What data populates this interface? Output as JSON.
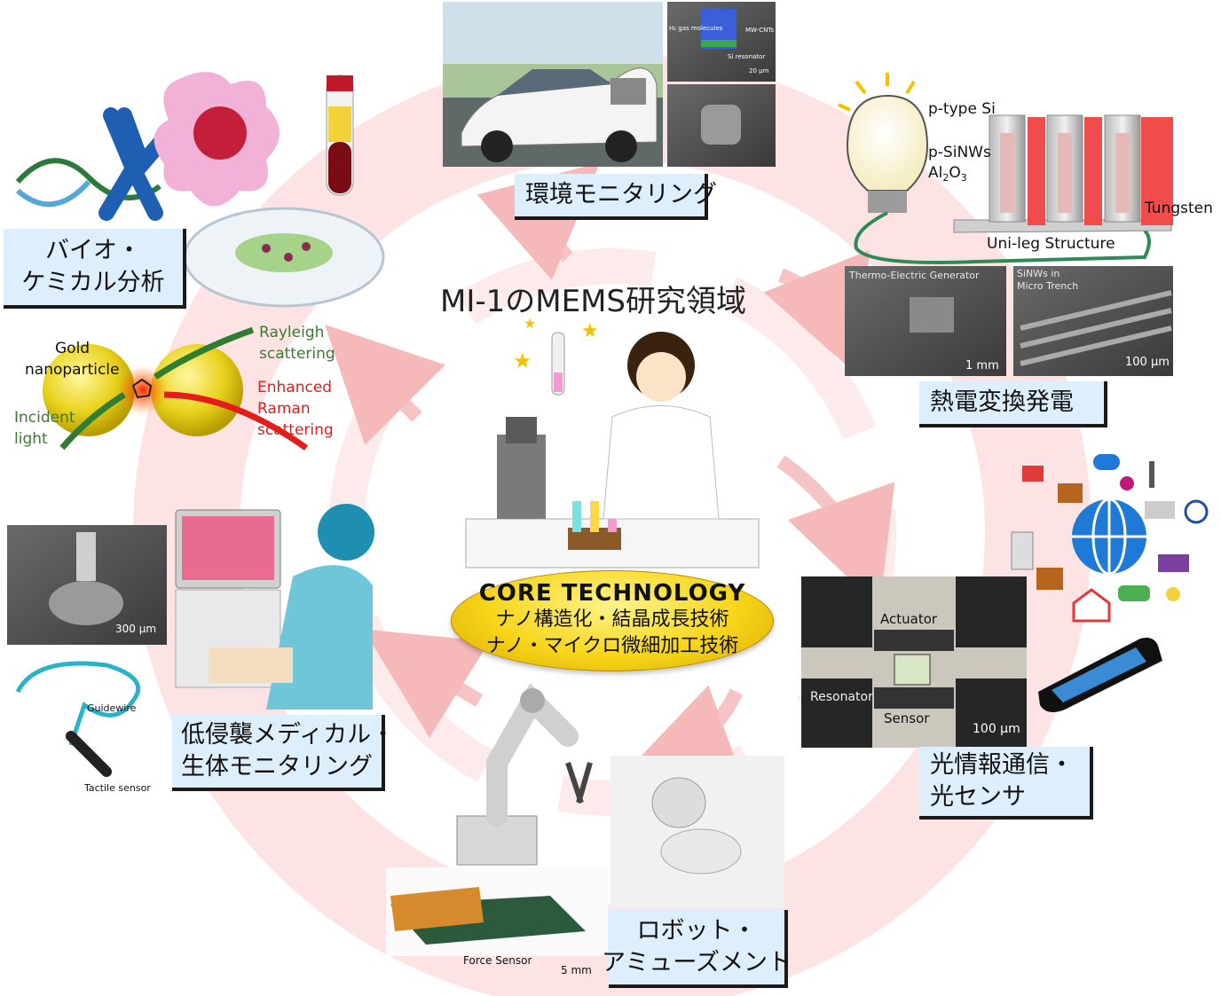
{
  "title": "MI-1のMEMS研究領域",
  "core": {
    "heading": "CORE TECHNOLOGY",
    "line1": "ナノ構造化・結晶成長技術",
    "line2": "ナノ・マイクロ微細加工技術"
  },
  "areas": {
    "env": "環境モニタリング",
    "bio_line1": "バイオ・",
    "bio_line2": "ケミカル分析",
    "thermo": "熱電変換発電",
    "optical_line1": "光情報通信・",
    "optical_line2": "光センサ",
    "robot_line1": "ロボット・",
    "robot_line2": "アミューズメント",
    "medical_line1": "低侵襲メディカル・",
    "medical_line2": "生体モニタリング"
  },
  "raman": {
    "gold": "Gold",
    "nanoparticle": "nanoparticle",
    "incident": "Incident",
    "light": "light",
    "rayleigh1": "Rayleigh",
    "rayleigh2": "scattering",
    "enh1": "Enhanced",
    "enh2": "Raman",
    "enh3": "scattering"
  },
  "thermo_fig": {
    "ptype": "p-type Si",
    "sinws": "p-SiNWs",
    "al2o3": "Al",
    "tungsten": "Tungsten",
    "unileg": "Uni-leg Structure",
    "teg": "Thermo-Electric Generator",
    "trench1": "SiNWs in",
    "trench2": "Micro Trench",
    "scale1": "1 mm",
    "scale2": "100 μm"
  },
  "env_fig": {
    "mol": "H₂ gas molecules",
    "cnt": "MW-CNTs",
    "res": "Si resonator",
    "scale": "20 μm"
  },
  "optical_fig": {
    "actuator": "Actuator",
    "resonator": "Resonator",
    "sensor": "Sensor",
    "scale": "100 μm"
  },
  "medical_fig": {
    "scale": "300 μm",
    "guidewire": "Guidewire",
    "tactile": "Tactile sensor"
  },
  "robot_fig": {
    "force": "Force Sensor",
    "scale": "5 mm"
  },
  "colors": {
    "label_bg": "#ddeefc",
    "cycle": "#fbd4d4",
    "core": "#f7d51a"
  }
}
